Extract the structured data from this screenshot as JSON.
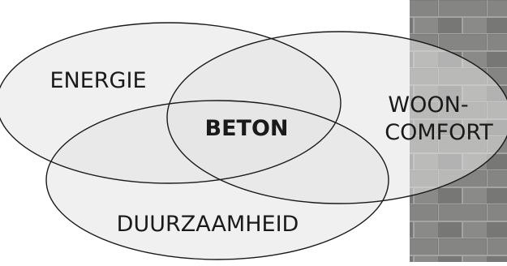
{
  "diagram": {
    "center_label": "BETON",
    "circles": [
      {
        "label_lines": [
          "ENERGIE"
        ]
      },
      {
        "label_lines": [
          "WOON-",
          "COMFORT"
        ]
      },
      {
        "label_lines": [
          "DUURZAAMHEID"
        ]
      }
    ]
  },
  "colors": {
    "fill": "#e3e3e3",
    "stroke": "#1a1a1a",
    "text": "#1a1a1a",
    "background_photo": "#7d7d7b"
  }
}
